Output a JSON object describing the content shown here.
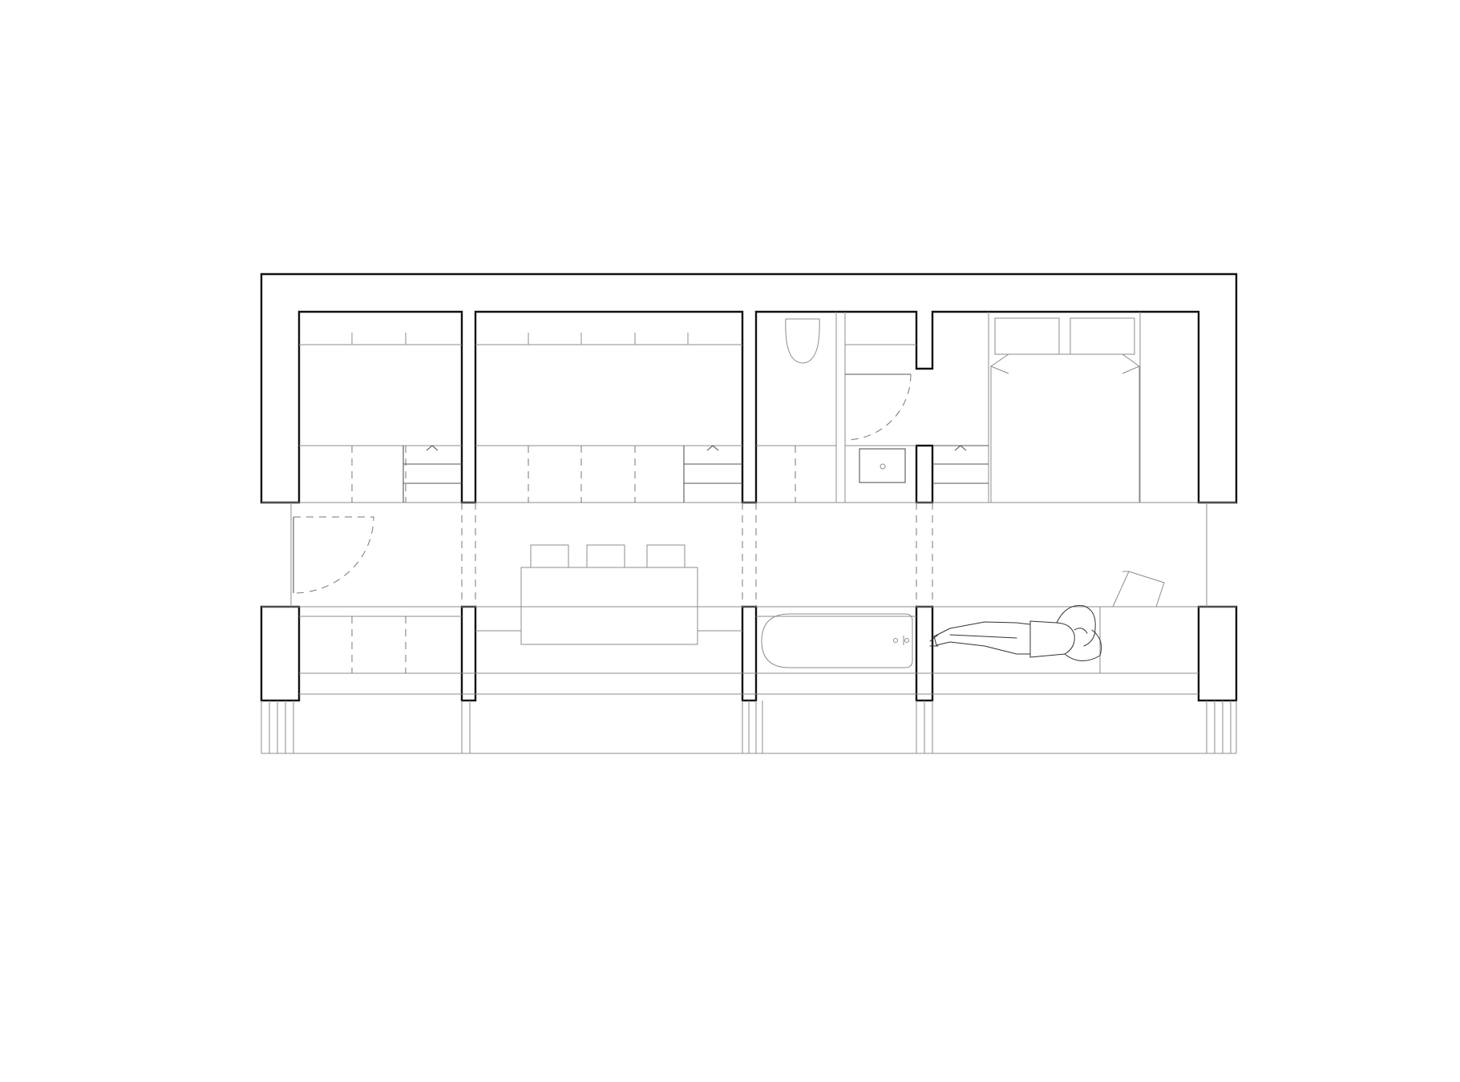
{
  "drawing": {
    "type": "architectural-floor-plan",
    "colors": {
      "background": "#ffffff",
      "walls": "#111111",
      "fixtures": "#8c8c8c",
      "hidden_lines": "#777777"
    }
  },
  "rooms": [
    {
      "id": "entry",
      "fixtures": [
        "swing-door",
        "wardrobe",
        "drawer-unit",
        "bench-storage"
      ]
    },
    {
      "id": "dining",
      "fixtures": [
        "shelving",
        "drawer-unit",
        "dining-table",
        "chair",
        "chair",
        "chair"
      ]
    },
    {
      "id": "bathroom",
      "fixtures": [
        "toilet",
        "swing-door",
        "sink",
        "bathtub"
      ]
    },
    {
      "id": "bedroom",
      "fixtures": [
        "double-bed",
        "pillow",
        "pillow",
        "drawer-unit",
        "window-seat",
        "laptop",
        "reclining-person"
      ]
    }
  ],
  "icons": [
    "toilet-icon",
    "sink-icon",
    "bathtub-icon",
    "bed-icon",
    "laptop-icon",
    "person-icon",
    "chair-icon",
    "door-swing-icon"
  ]
}
